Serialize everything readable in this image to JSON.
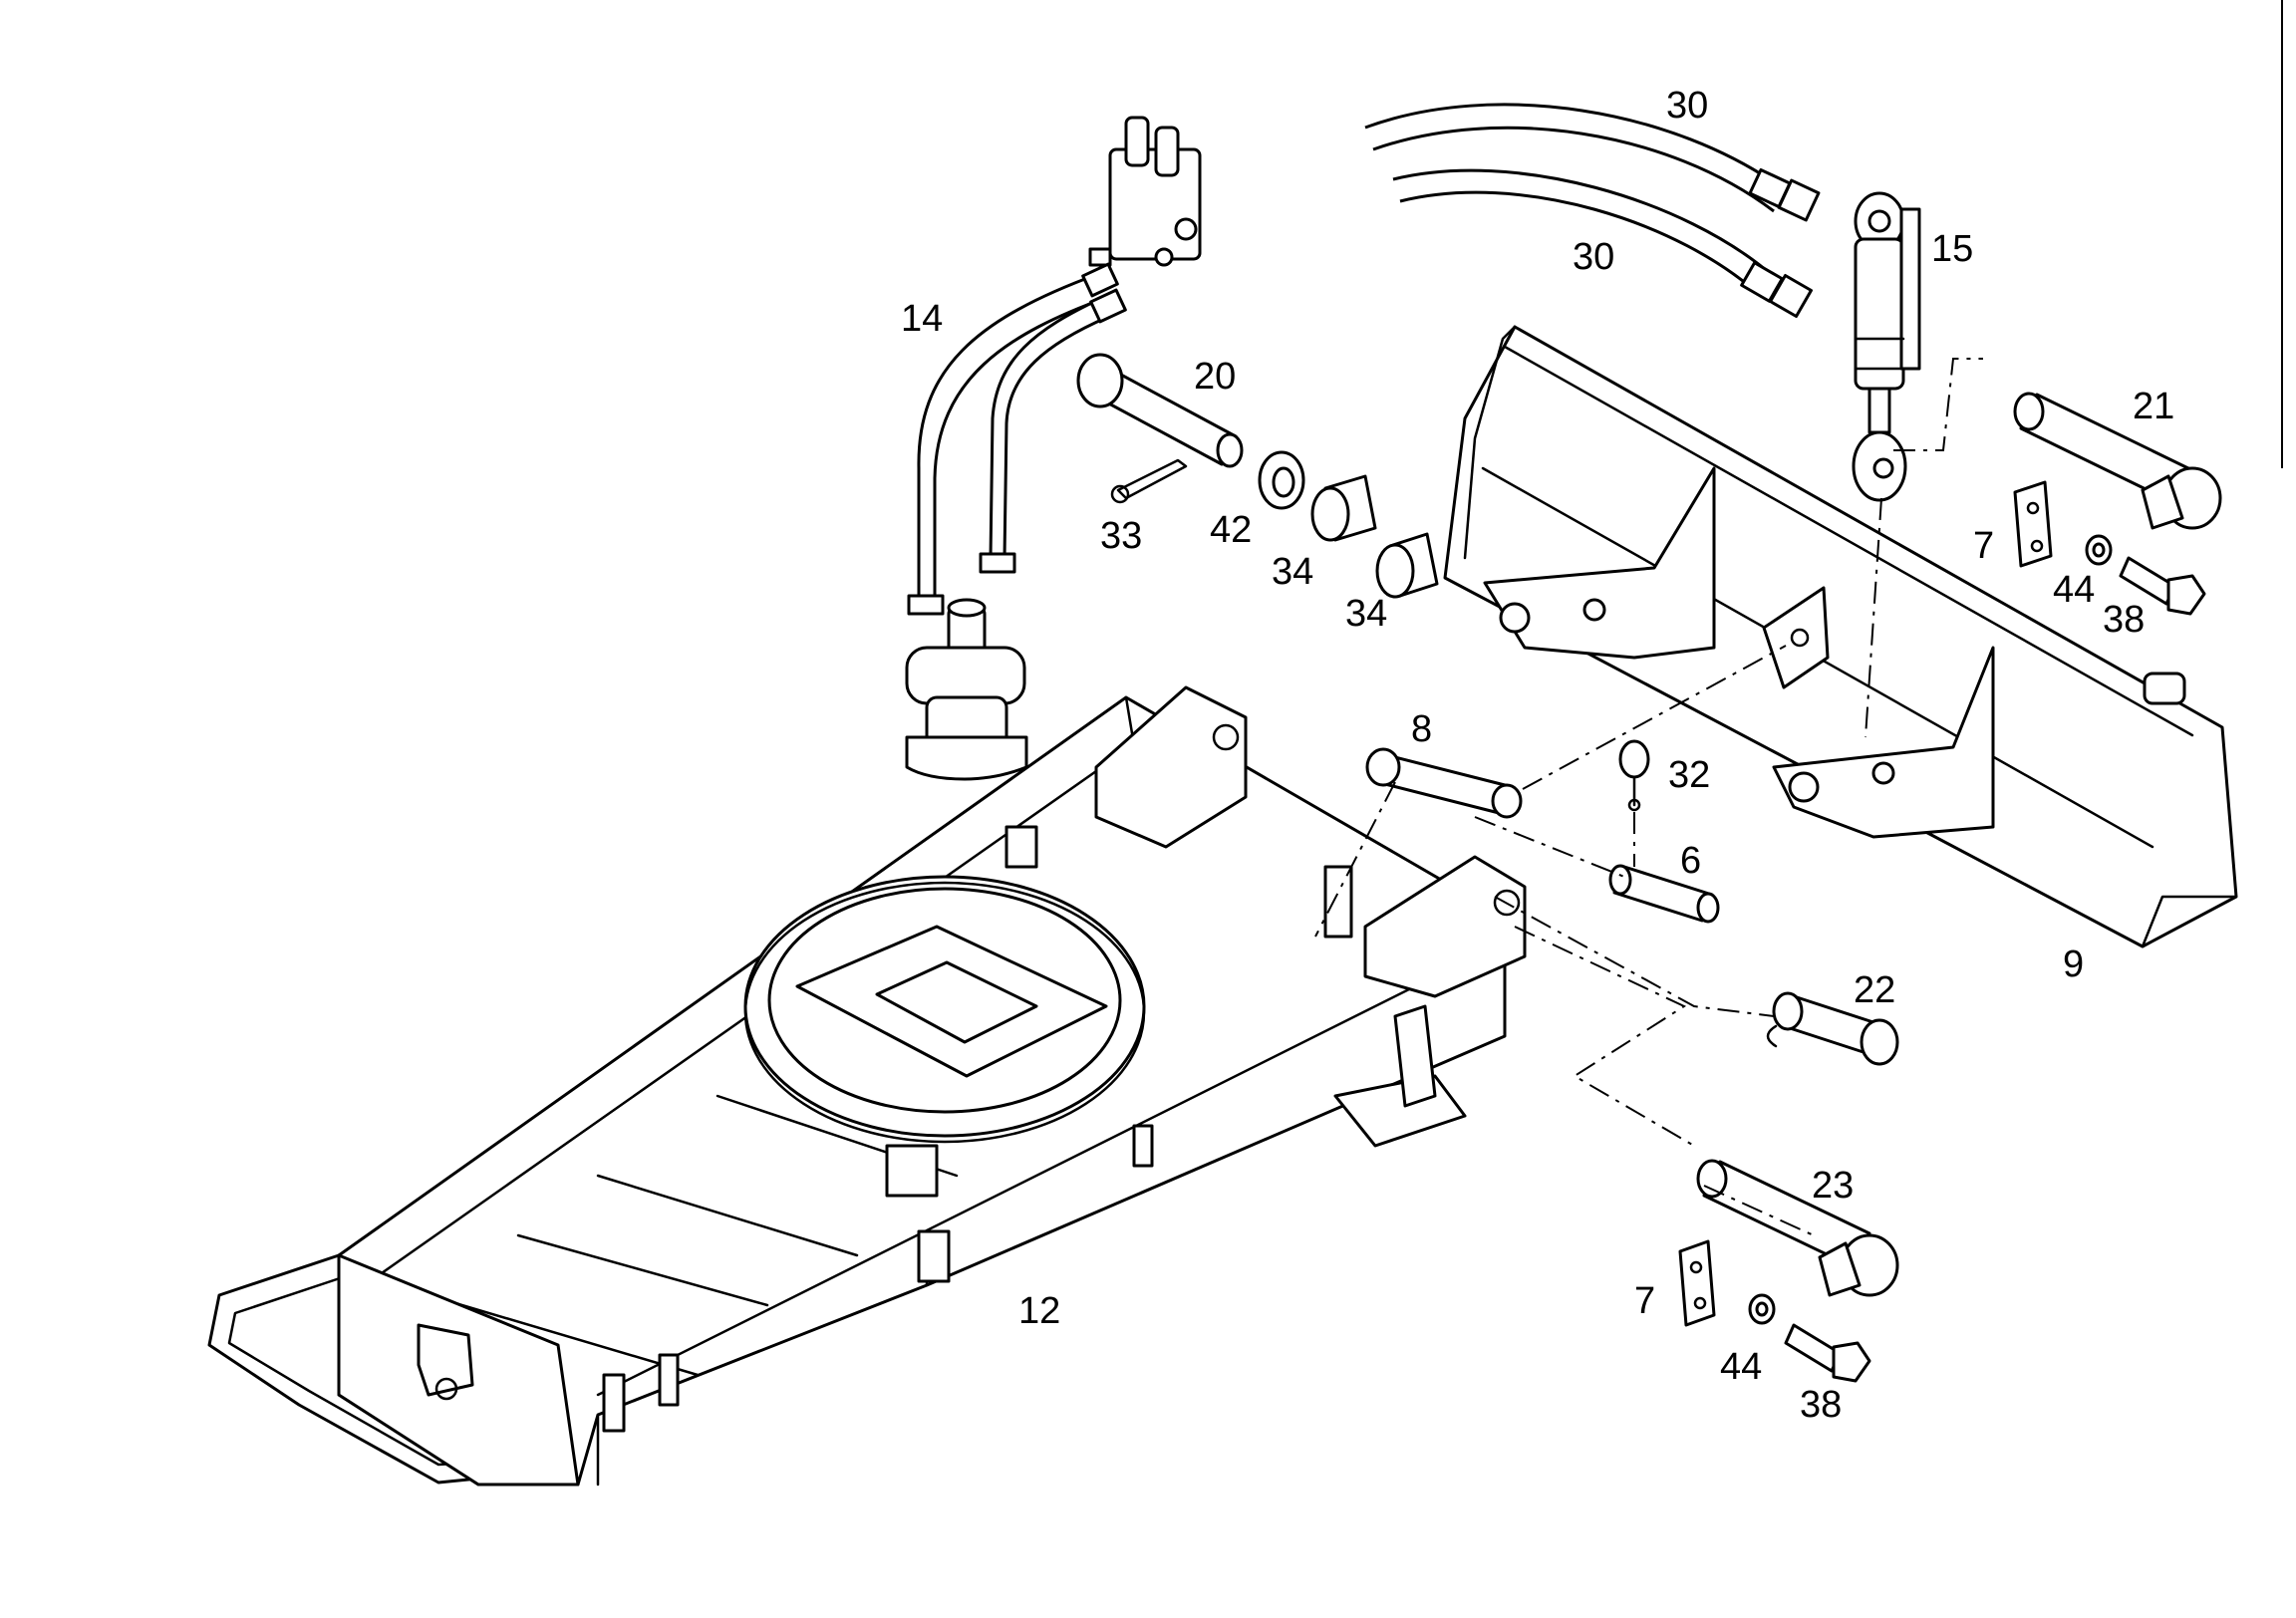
{
  "callouts": {
    "c30a": "30",
    "c30b": "30",
    "c15": "15",
    "c14": "14",
    "c20": "20",
    "c21": "21",
    "c33": "33",
    "c42": "42",
    "c34a": "34",
    "c34b": "34",
    "c7a": "7",
    "c44a": "44",
    "c38a": "38",
    "c8": "8",
    "c32": "32",
    "c6": "6",
    "c9": "9",
    "c22": "22",
    "c23": "23",
    "c12": "12",
    "c7b": "7",
    "c44b": "44",
    "c38b": "38"
  }
}
